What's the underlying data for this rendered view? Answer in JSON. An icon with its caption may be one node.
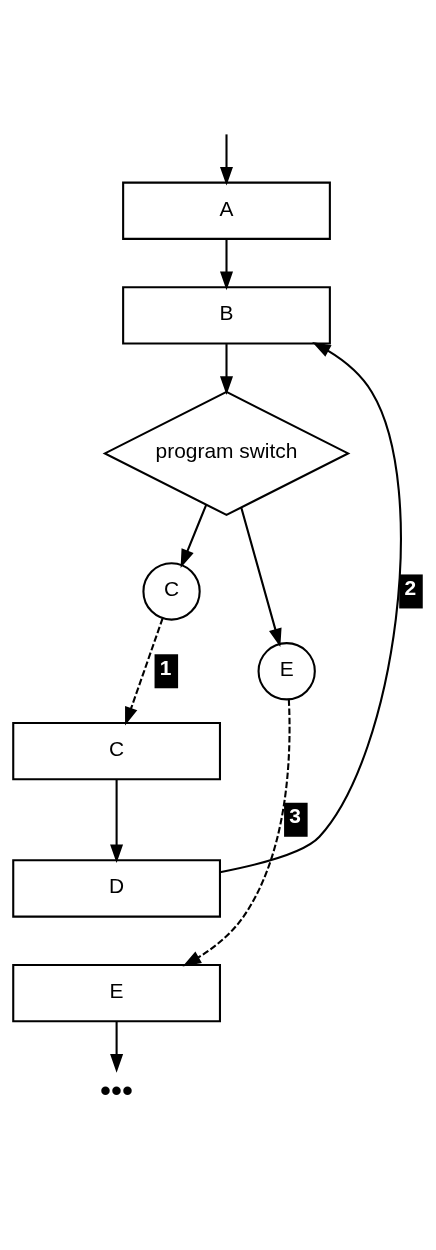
{
  "diagram": {
    "nodes": [
      {
        "text": [
          "A"
        ]
      },
      {
        "text": [
          "B"
        ]
      },
      {
        "text": [
          "program switch"
        ]
      },
      {
        "text": [
          "C"
        ]
      },
      {
        "text": [
          "E"
        ]
      },
      {
        "text": [
          "C"
        ]
      },
      {
        "text": [
          "D"
        ]
      },
      {
        "text": [
          "E"
        ]
      },
      {
        "text": [
          "•••"
        ]
      }
    ],
    "edges": [
      {
        "from": null,
        "to": 0,
        "arrow": "to"
      },
      {
        "from": 0,
        "to": 1,
        "arrow": "to"
      },
      {
        "from": 1,
        "to": 2,
        "arrow": "to"
      },
      {
        "from": 2,
        "to": 3,
        "arrow": "to"
      },
      {
        "from": 2,
        "to": 4,
        "arrow": "to"
      },
      {
        "from": 3,
        "to": 5,
        "arrow": "to",
        "style": "dashed",
        "label": "1"
      },
      {
        "from": 5,
        "to": 6,
        "arrow": "to"
      },
      {
        "from": 6,
        "to": 1,
        "arrow": "to",
        "label": "2"
      },
      {
        "from": 4,
        "to": 7,
        "arrow": "to",
        "style": "dashed",
        "label": "3"
      },
      {
        "from": 7,
        "to": 8,
        "arrow": "to"
      }
    ]
  }
}
